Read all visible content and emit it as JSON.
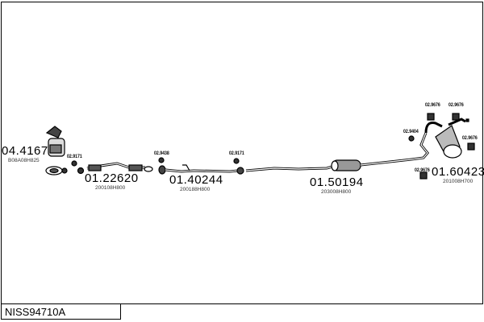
{
  "reference": "NISS94710A",
  "parts": [
    {
      "number": "04.4167",
      "oem": "B08A08H825"
    },
    {
      "number": "01.22620",
      "oem": "200108H800"
    },
    {
      "number": "01.40244",
      "oem": "200188H800"
    },
    {
      "number": "01.50194",
      "oem": "203008H800"
    },
    {
      "number": "01.60423",
      "oem": "201008H700"
    }
  ],
  "accessories": [
    "02.9171",
    "02.9438",
    "02.9171",
    "02.9404",
    "02.9676",
    "02.9676",
    "02.9676",
    "02.9676"
  ]
}
